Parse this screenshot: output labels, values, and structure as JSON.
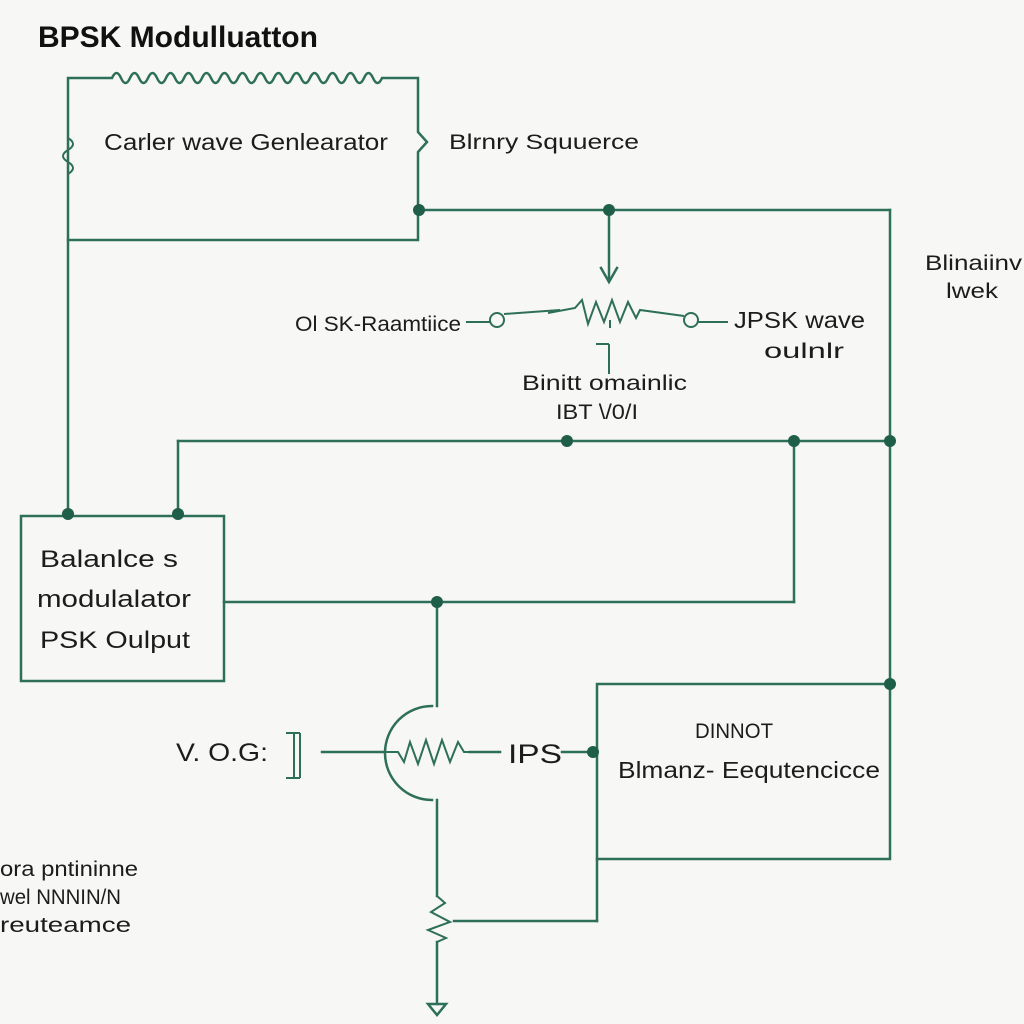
{
  "diagram_title": "BPSK Modulluatton",
  "blocks": {
    "carrier_generator": "Carler wave Genlearator",
    "balanced_modulator": [
      "Balanlce s",
      "modulalator",
      "PSK Oulput"
    ],
    "binary_sequence_block": [
      "DINNOT",
      "Blmanz- Eequtencicce"
    ]
  },
  "labels": {
    "binary_sequence_top": "Blrnry Squuerce",
    "right_label": [
      "Blinaiinv",
      "lwek"
    ],
    "psk_reference": "Ol SK-Raamtiice",
    "bpsk_wave_output": [
      "JPSK wave",
      "oulnlr"
    ],
    "bit_modulation": [
      "Binitt omainlic",
      "IBT \\/0/I"
    ],
    "voltage_source": "V. O.G:",
    "ips_label": "IPS",
    "bottom_left": [
      "ora pntininne",
      "wel NNNIN/N",
      "reuteamce"
    ]
  },
  "colors": {
    "wire": "#2e6f5a",
    "junction": "#1f5e48",
    "background": "#f7f7f6",
    "text": "#1c1c1c"
  }
}
